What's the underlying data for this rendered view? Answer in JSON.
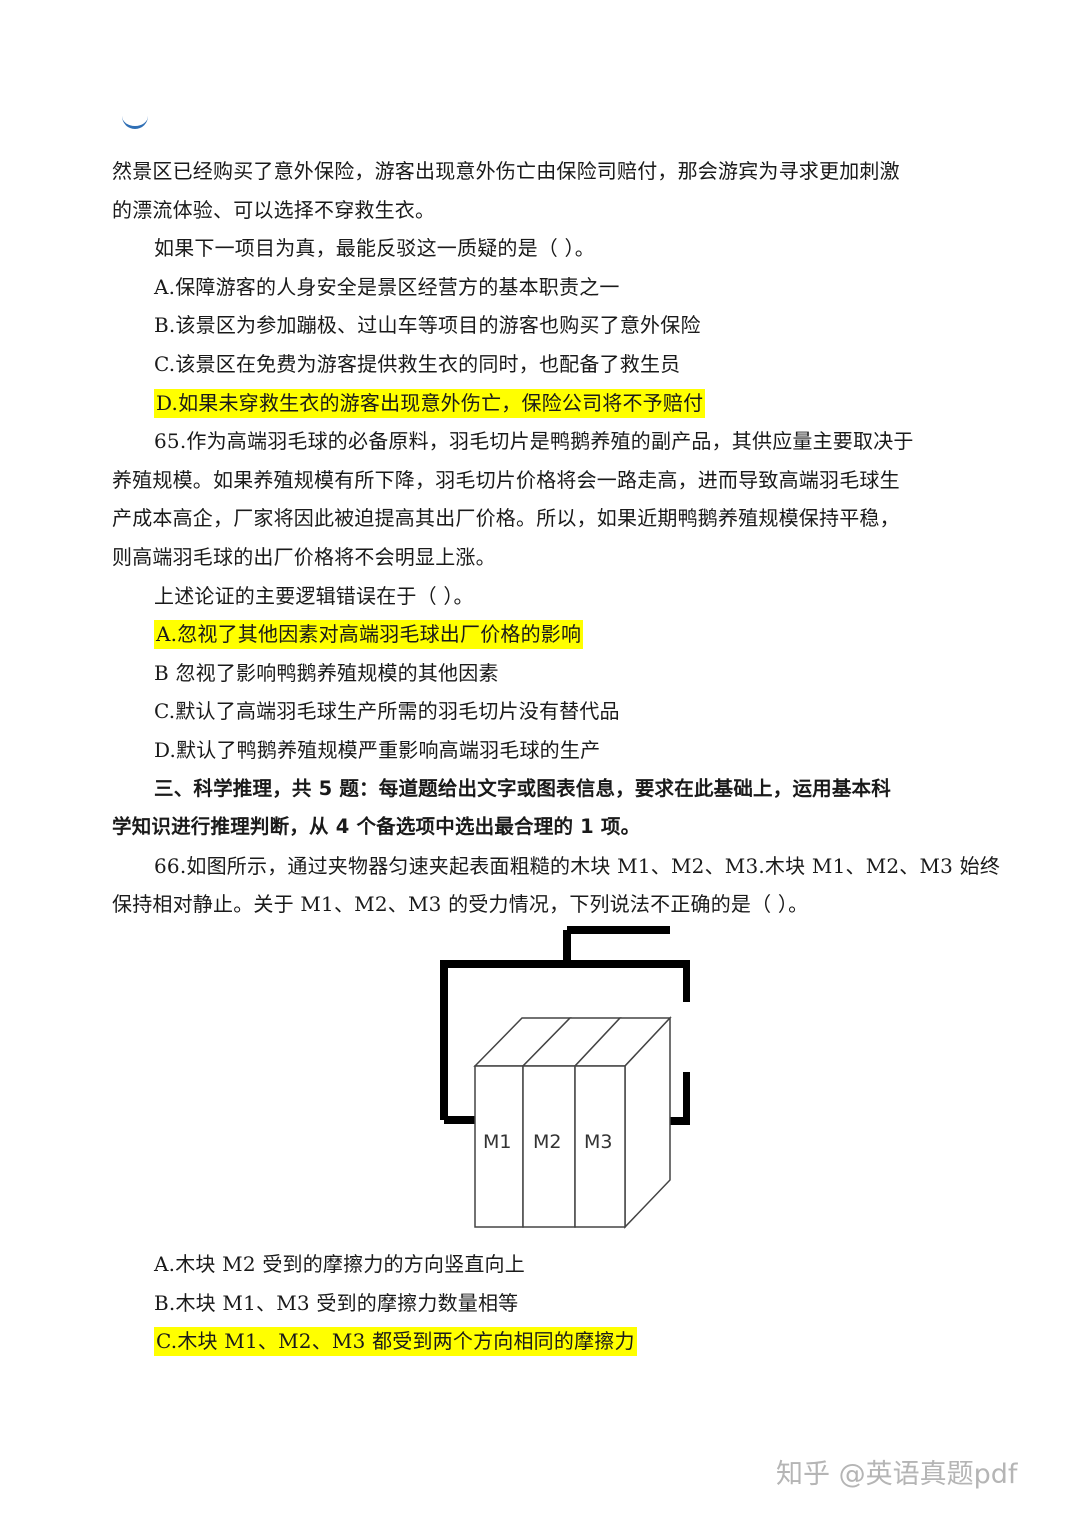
{
  "paragraph_intro": {
    "line1": "然景区已经购买了意外保险，游客出现意外伤亡由保险司赔付，那会游宾为寻求更加刺激",
    "line2": "的漂流体验、可以选择不穿救生衣。"
  },
  "q64": {
    "stem": "如果下一项目为真，最能反驳这一质疑的是（    ）。",
    "options": [
      "A.保障游客的人身安全是景区经营方的基本职责之一",
      "B.该景区为参加蹦极、过山车等项目的游客也购买了意外保险",
      "C.该景区在免费为游客提供救生衣的同时，也配备了救生员",
      "D.如果未穿救生衣的游客出现意外伤亡，保险公司将不予赔付"
    ]
  },
  "q65": {
    "lines": [
      "65.作为高端羽毛球的必备原料，羽毛切片是鸭鹅养殖的副产品，其供应量主要取决于",
      "养殖规模。如果养殖规模有所下降，羽毛切片价格将会一路走高，进而导致高端羽毛球生",
      "产成本高企，厂家将因此被迫提高其出厂价格。所以，如果近期鸭鹅养殖规模保持平稳，",
      "则高端羽毛球的出厂价格将不会明显上涨。"
    ],
    "stem": "上述论证的主要逻辑错误在于（    ）。",
    "options": [
      "A.忽视了其他因素对高端羽毛球出厂价格的影响",
      "B 忽视了影响鸭鹅养殖规模的其他因素",
      "C.默认了高端羽毛球生产所需的羽毛切片没有替代品",
      "D.默认了鸭鹅养殖规模严重影响高端羽毛球的生产"
    ]
  },
  "section3": {
    "line1": "三、科学推理，共 5 题：每道题给出文字或图表信息，要求在此基础上，运用基本科",
    "line2": "学知识进行推理判断，从 4 个备选项中选出最合理的 1 项。"
  },
  "q66": {
    "line1": "66.如图所示，通过夹物器匀速夹起表面粗糙的木块 M1、M2、M3.木块 M1、M2、M3 始终",
    "line2": "保持相对静止。关于 M1、M2、M3 的受力情况，下列说法不正确的是（    ）。",
    "figure_labels": [
      "M1",
      "M2",
      "M3"
    ],
    "options": [
      "A.木块 M2 受到的摩擦力的方向竖直向上",
      "B.木块 M1、M3 受到的摩擦力数量相等",
      "C.木块 M1、M2、M3 都受到两个方向相同的摩擦力"
    ]
  },
  "watermark": "知乎 @英语真题pdf",
  "colors": {
    "highlight": "#ffff00",
    "accent_mark": "#2f6fb5",
    "watermark": "#b5b5b5"
  }
}
